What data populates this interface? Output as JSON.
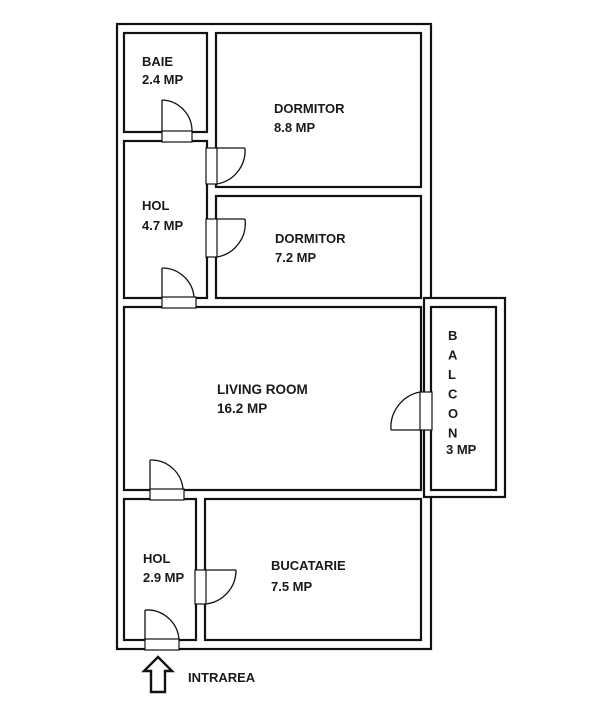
{
  "rooms": {
    "baie": {
      "name": "BAIE",
      "area": "2.4 MP"
    },
    "dormitor1": {
      "name": "DORMITOR",
      "area": "8.8 MP"
    },
    "hol1": {
      "name": "HOL",
      "area": "4.7 MP"
    },
    "dormitor2": {
      "name": "DORMITOR",
      "area": "7.2 MP"
    },
    "living": {
      "name": "LIVING ROOM",
      "area": "16.2 MP"
    },
    "balcon": {
      "letters": [
        "B",
        "A",
        "L",
        "C",
        "O",
        "N"
      ],
      "area": "3 MP"
    },
    "hol2": {
      "name": "HOL",
      "area": "2.9 MP"
    },
    "bucatarie": {
      "name": "BUCATARIE",
      "area": "7.5 MP"
    }
  },
  "entrance": {
    "label": "INTRAREA",
    "icon": "up-arrow-icon"
  },
  "colors": {
    "wall": "#111111",
    "fill": "#ffffff",
    "text": "#1a1a1a"
  }
}
